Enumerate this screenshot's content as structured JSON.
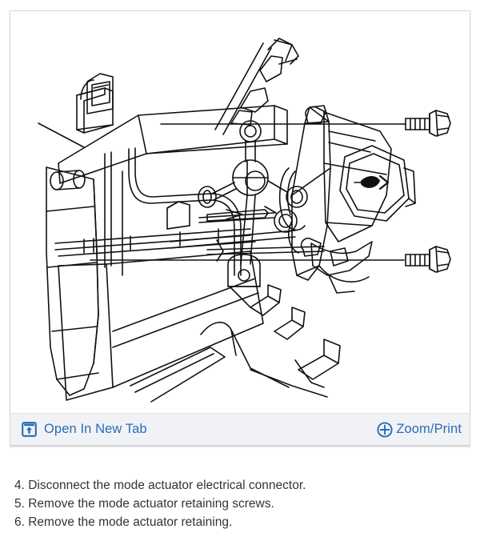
{
  "viewer": {
    "toolbar": {
      "open_new_tab_label": "Open In New Tab",
      "open_new_tab_icon": "open-in-new-tab-icon",
      "zoom_print_label": "Zoom/Print",
      "zoom_print_icon": "zoom-plus-icon",
      "link_color": "#2b6cb5",
      "background_color": "#f1f2f6"
    },
    "illustration": {
      "type": "technical-line-drawing",
      "subject": "HVAC housing with mode actuator and two retaining screws",
      "line_color": "#111111",
      "background_color": "#ffffff",
      "parts": [
        "heater case / plenum housing",
        "mode actuator",
        "actuator electrical connector",
        "mode door linkage arms",
        "retaining screw (upper)",
        "retaining screw (lower)"
      ]
    }
  },
  "instructions": {
    "steps": [
      "4. Disconnect the mode actuator electrical connector.",
      "5. Remove the mode actuator retaining screws.",
      "6. Remove the mode actuator retaining."
    ],
    "text_color": "#333333"
  }
}
